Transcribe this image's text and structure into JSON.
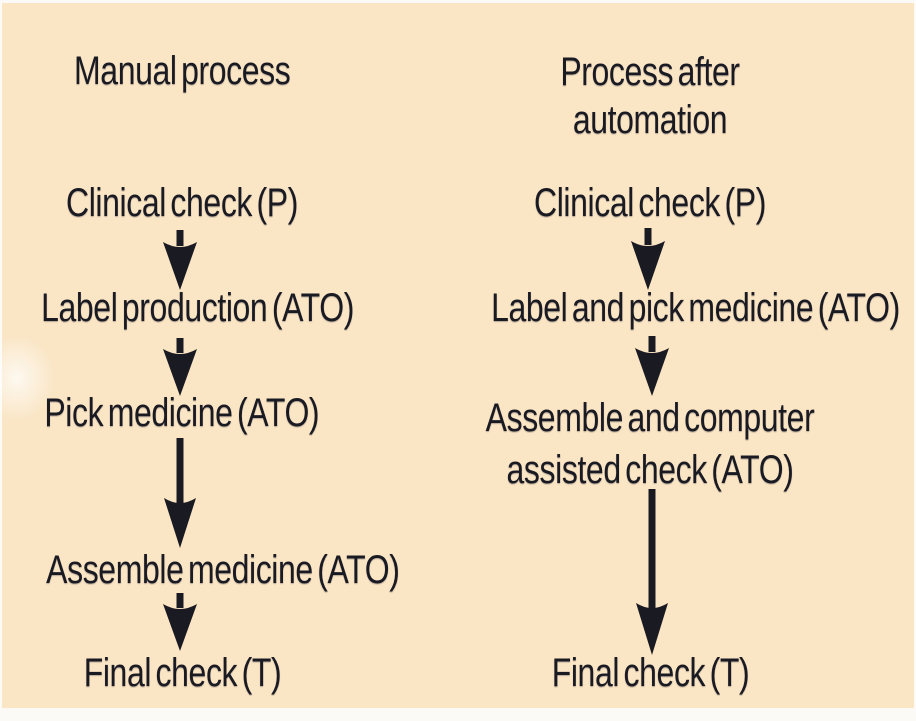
{
  "diagram": {
    "title_left": "Manual process",
    "title_right_line1": "Process after",
    "title_right_line2": "automation",
    "ink_color": "#1a1a23",
    "canvas_color": "#fae5c4",
    "left": {
      "step1": "Clinical check (P)",
      "step2": "Label production (ATO)",
      "step3": "Pick medicine (ATO)",
      "step4": "Assemble medicine (ATO)",
      "step5": "Final check (T)"
    },
    "right": {
      "step1": "Clinical check (P)",
      "step2": "Label and pick medicine (ATO)",
      "step3_line1": "Assemble and computer",
      "step3_line2": "assisted check (ATO)",
      "step4": "Final check (T)"
    }
  }
}
